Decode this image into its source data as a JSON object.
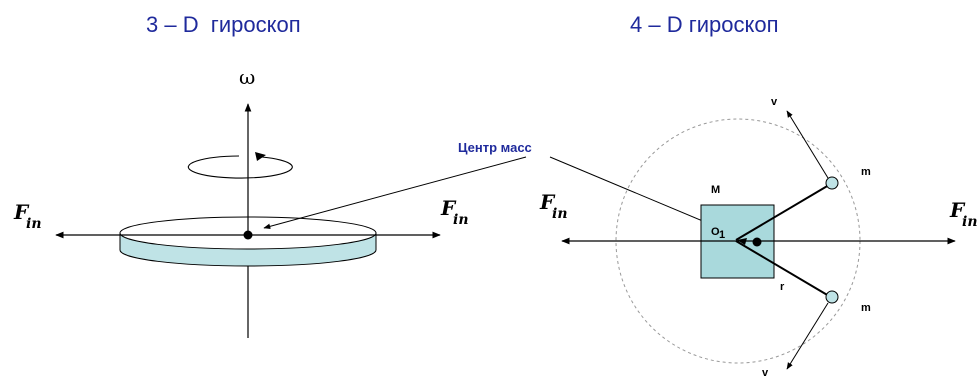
{
  "titles": {
    "left": "3 – D  гироскоп",
    "right": "4 – D гироскоп"
  },
  "labels": {
    "omega": "ω",
    "center_of_mass": "Центр масс",
    "force_main": "F",
    "force_sub": "in",
    "big_mass": "M",
    "small_mass": "m",
    "point_main": "O",
    "point_sub": "1",
    "radius": "r",
    "velocity": "v"
  },
  "colors": {
    "title": "#1f2a9c",
    "disk_fill": "#bfe3e6",
    "square_fill": "#a9d9dc",
    "dashed_circle": "#999999"
  }
}
